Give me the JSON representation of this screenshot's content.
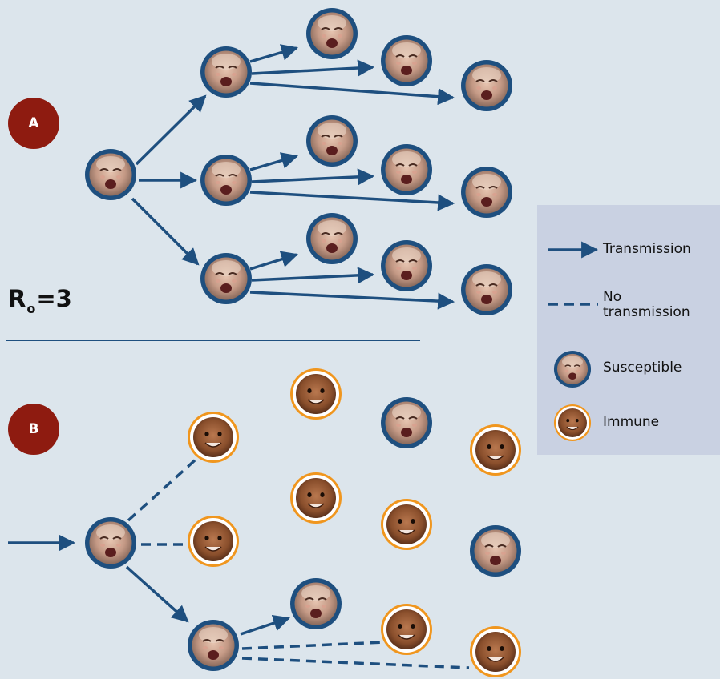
{
  "panels": {
    "a_label": "A",
    "b_label": "B"
  },
  "r0": {
    "prefix": "R",
    "subscript": "o",
    "suffix": "=3"
  },
  "legend": {
    "transmission": "Transmission",
    "no_transmission_line1": "No",
    "no_transmission_line2": "transmission",
    "susceptible": "Susceptible",
    "immune": "Immune"
  },
  "colors": {
    "background": "#dce5ec",
    "susceptible_ring": "#1e4f7f",
    "immune_ring": "#f0961e",
    "arrow": "#1e4f7f",
    "badge": "#8e1b10",
    "legend_bg": "#c9d1e2"
  }
}
